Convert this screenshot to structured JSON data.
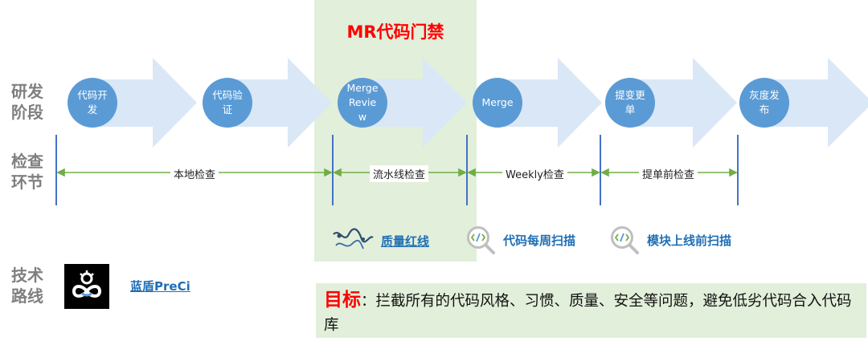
{
  "mr_gate_title": "MR代码门禁",
  "row_labels": {
    "stage": [
      "研发",
      "阶段"
    ],
    "check": [
      "检查",
      "环节"
    ],
    "tech": [
      "技术",
      "路线"
    ]
  },
  "stages": [
    "代码开\n发",
    "代码验\n证",
    "Merge\nRevie\nw",
    "Merge",
    "提变更\n单",
    "灰度发\n布"
  ],
  "check_segments": [
    "本地检查",
    "流水线检查",
    "Weekly检查",
    "提单前检查"
  ],
  "tools": {
    "quality_redline": "质量红线",
    "weekly_scan": "代码每周扫描",
    "module_scan": "模块上线前扫描",
    "preci": "蓝盾PreCi"
  },
  "goal": {
    "title": "目标",
    "text": "：拦截所有的代码风格、习惯、质量、安全等问题，避免低劣代码合入代码库"
  },
  "colors": {
    "arrow": "#dae7f6",
    "circle": "#5b9bd5",
    "green_line": "#70ad47",
    "divider": "#4472c4",
    "highlight": "#e2efda",
    "accent_red": "#ff0000",
    "tool_blue": "#1f6fb5"
  }
}
